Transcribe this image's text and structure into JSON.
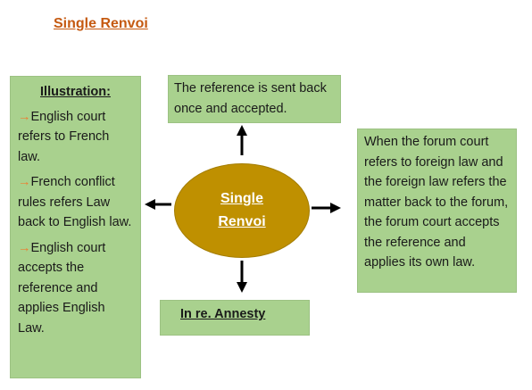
{
  "title": "Single Renvoi",
  "illustration": {
    "heading": "Illustration:",
    "arrow_glyph": "→",
    "items": [
      "English court refers to French law.",
      "French conflict rules refers Law back to English law.",
      "English court accepts the reference and applies English Law."
    ]
  },
  "top_box": {
    "text": "The reference is sent back once and accepted."
  },
  "right_box": {
    "text": "When the forum court refers to foreign law and the foreign law refers the matter back to the forum, the forum court accepts the reference and applies its own law."
  },
  "bottom_box": {
    "text": "In re. Annesty"
  },
  "center": {
    "line1": "Single",
    "line2": "Renvoi"
  },
  "colors": {
    "box_fill": "#a9d18e",
    "ellipse_fill": "#bf9000",
    "title_color": "#c55a11",
    "arrow_glyph_color": "#ed7d31",
    "connector_color": "#000000"
  }
}
